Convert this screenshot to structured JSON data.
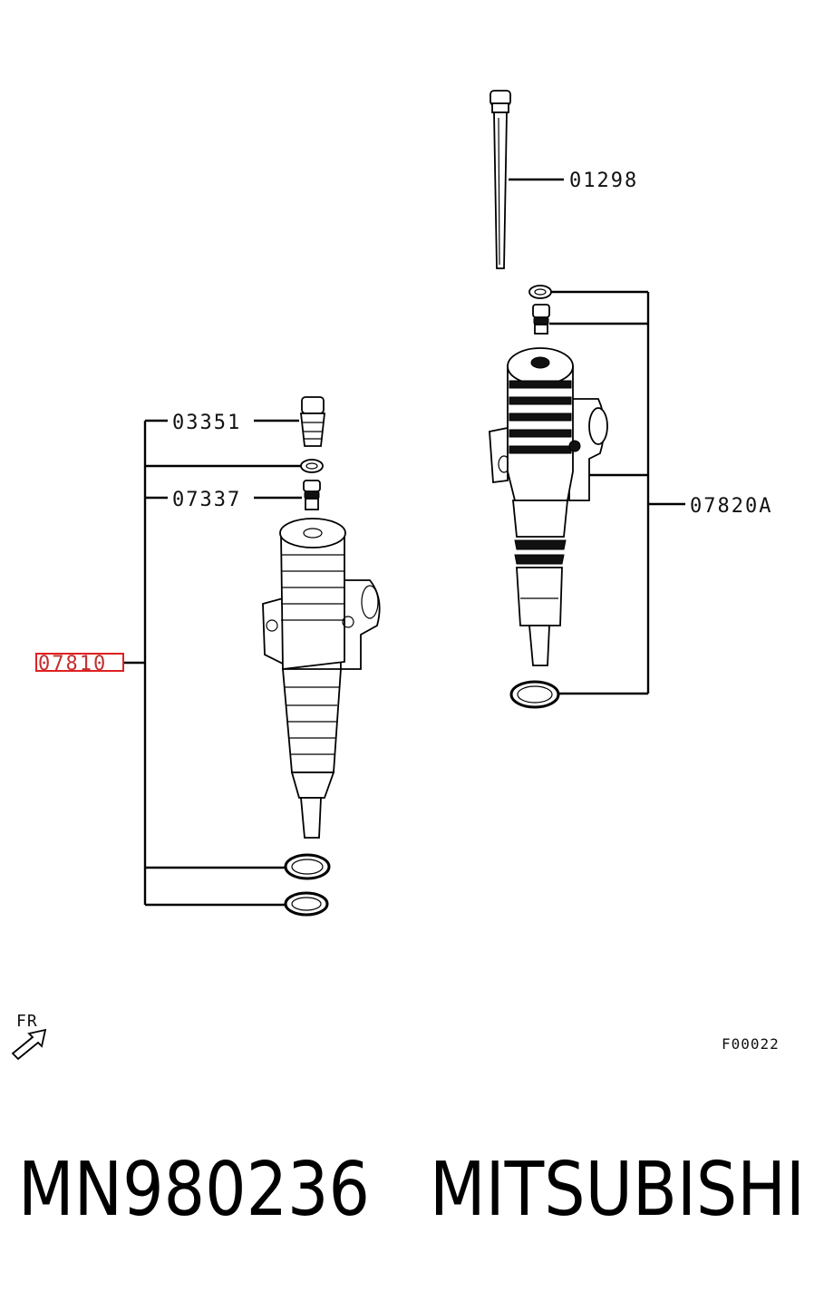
{
  "callouts": {
    "bolt": "01298",
    "injector_right": "07820A",
    "cap_left": "03351",
    "seal_left": "07337",
    "injector_left": "07810"
  },
  "direction_marker": "FR",
  "figure_code": "F00022",
  "footer": {
    "part_number": "MN980236",
    "brand": "MITSUBISHI"
  },
  "colors": {
    "highlight": "#e02020",
    "ink": "#000000"
  }
}
